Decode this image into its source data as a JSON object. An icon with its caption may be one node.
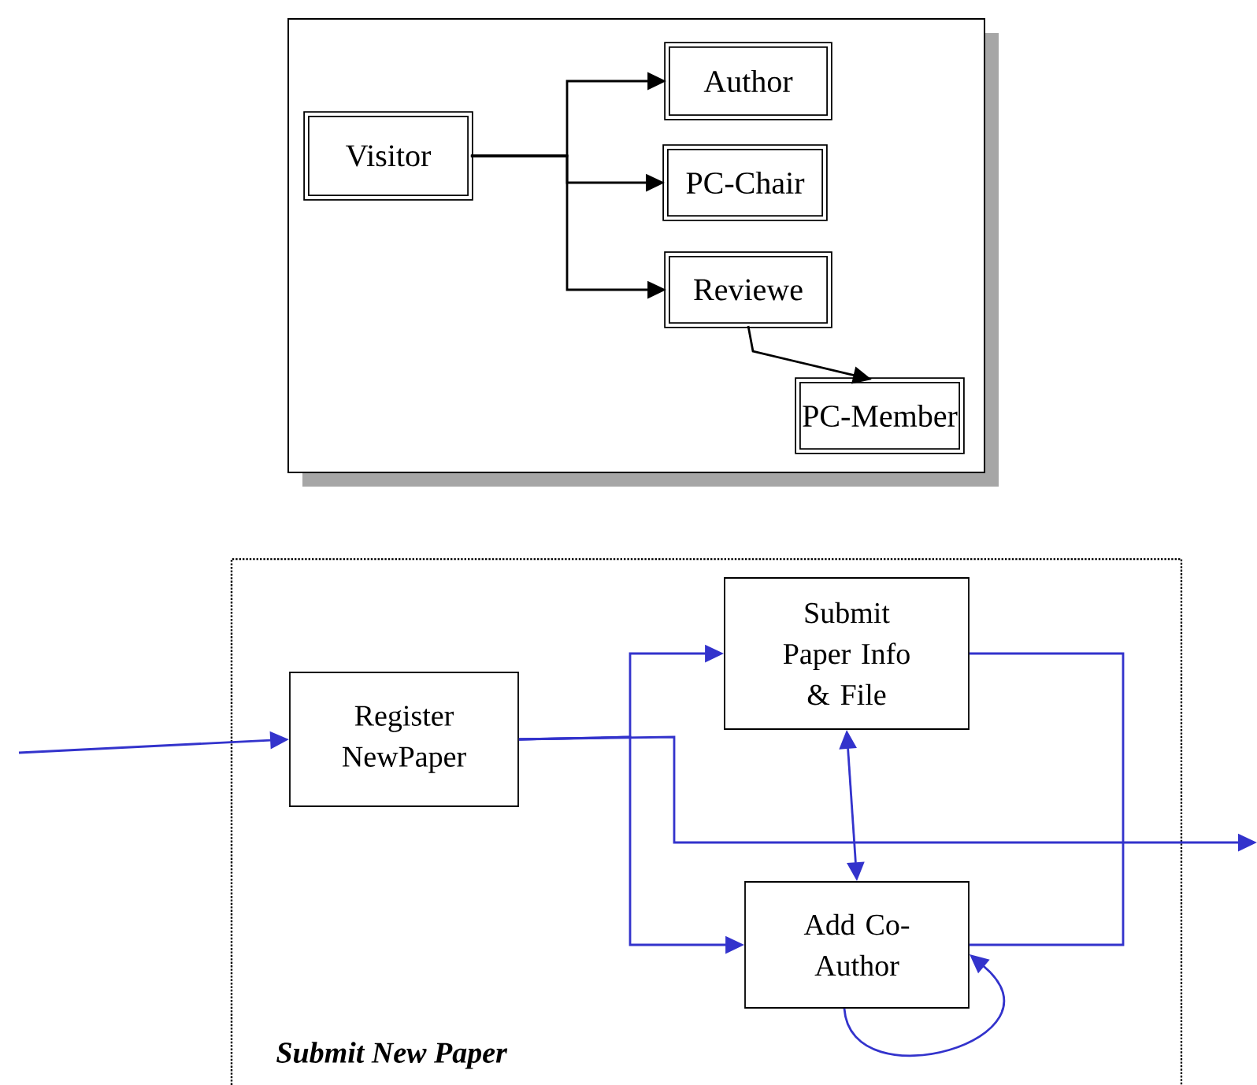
{
  "diagram": {
    "nodes": [
      {
        "text": [],
        "shape": "box"
      },
      {
        "text": [
          "Visitor"
        ],
        "in": 0
      },
      {
        "text": [
          "Author"
        ],
        "in": 0
      },
      {
        "text": [
          "PC-Chair"
        ],
        "in": 0
      },
      {
        "text": [
          "Reviewe"
        ],
        "in": 0
      },
      {
        "text": [
          "PC-Member"
        ],
        "in": 0
      },
      {
        "text": [
          "Submit New Paper"
        ]
      },
      {
        "text": [
          "Register NewPaper"
        ],
        "in": 6
      },
      {
        "text": [
          "Submit Paper Info & File"
        ],
        "in": 6
      },
      {
        "text": [
          "Add Co-Author"
        ],
        "in": 6
      }
    ],
    "edges": [
      {
        "from": 1,
        "to": 2,
        "arrow": "to",
        "color": "#000000"
      },
      {
        "from": 1,
        "to": 3,
        "arrow": "to",
        "color": "#000000"
      },
      {
        "from": 1,
        "to": 4,
        "arrow": "to",
        "color": "#000000"
      },
      {
        "from": 4,
        "to": 5,
        "arrow": "to",
        "color": "#000000"
      },
      {
        "from": null,
        "to": 7,
        "arrow": "to"
      },
      {
        "from": 7,
        "to": 8,
        "arrow": "to"
      },
      {
        "from": 7,
        "to": 9,
        "arrow": "to"
      },
      {
        "from": 7,
        "to": null,
        "arrow": "to"
      },
      {
        "from": 8,
        "to": 9,
        "arrow": "none"
      },
      {
        "from": 8,
        "to": 9,
        "arrow": "both"
      },
      {
        "from": 9,
        "to": 9,
        "arrow": "to"
      }
    ]
  }
}
